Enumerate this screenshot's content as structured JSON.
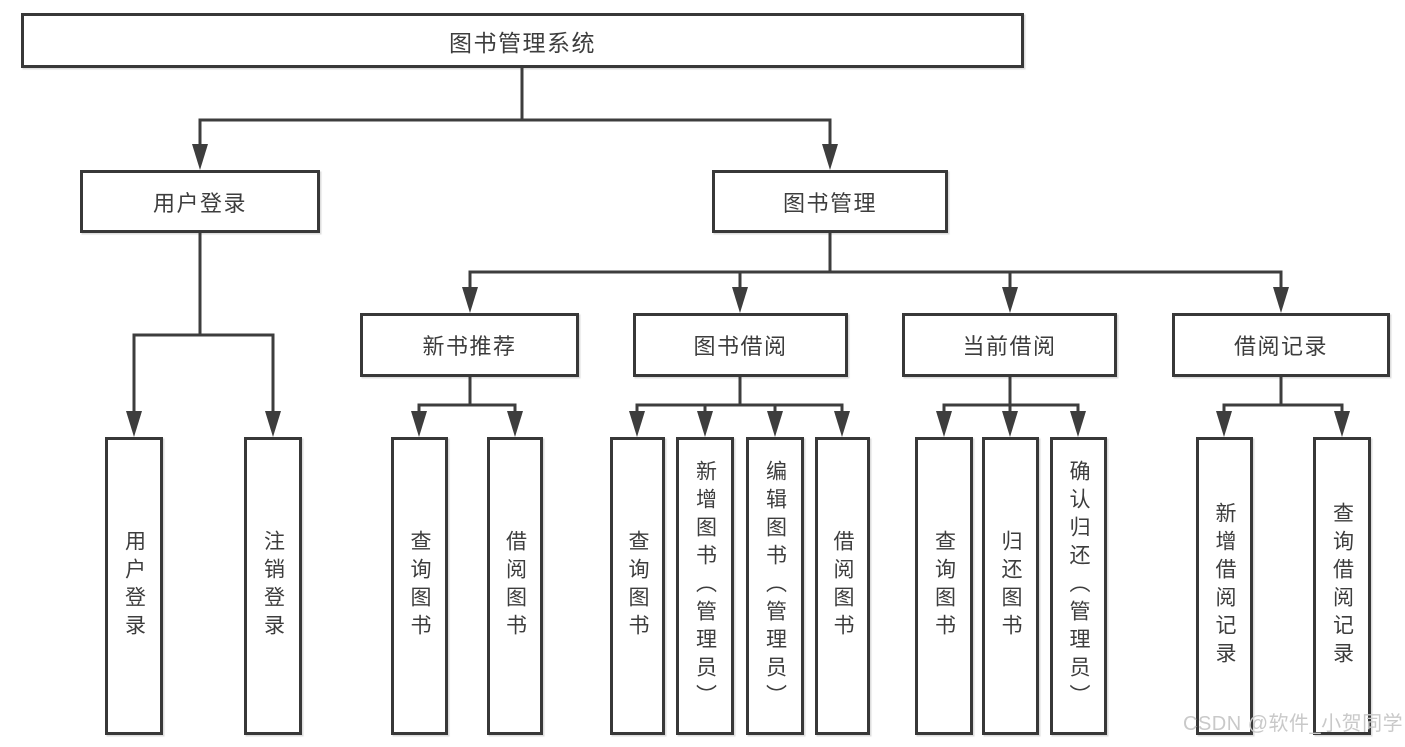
{
  "colors": {
    "line": "#3d3d3d",
    "box_border": "#383838",
    "text": "#3d3d3d",
    "watermark": "#c9c9c9",
    "background": "#ffffff"
  },
  "nodes": {
    "root": "图书管理系统",
    "level2": {
      "user_login": "用户登录",
      "book_mgmt": "图书管理"
    },
    "level3": {
      "new_book": "新书推荐",
      "borrow": "图书借阅",
      "current": "当前借阅",
      "records": "借阅记录"
    },
    "leaves": {
      "user_login": [
        "用户登录",
        "注销登录"
      ],
      "new_book": [
        "查询图书",
        "借阅图书"
      ],
      "borrow": [
        "查询图书",
        "新增图书（管理员）",
        "编辑图书（管理员）",
        "借阅图书"
      ],
      "current": [
        "查询图书",
        "归还图书",
        "确认归还（管理员）"
      ],
      "records": [
        "新增借阅记录",
        "查询借阅记录"
      ]
    }
  },
  "watermark": {
    "text": "CSDN @软件_小贺同学"
  }
}
